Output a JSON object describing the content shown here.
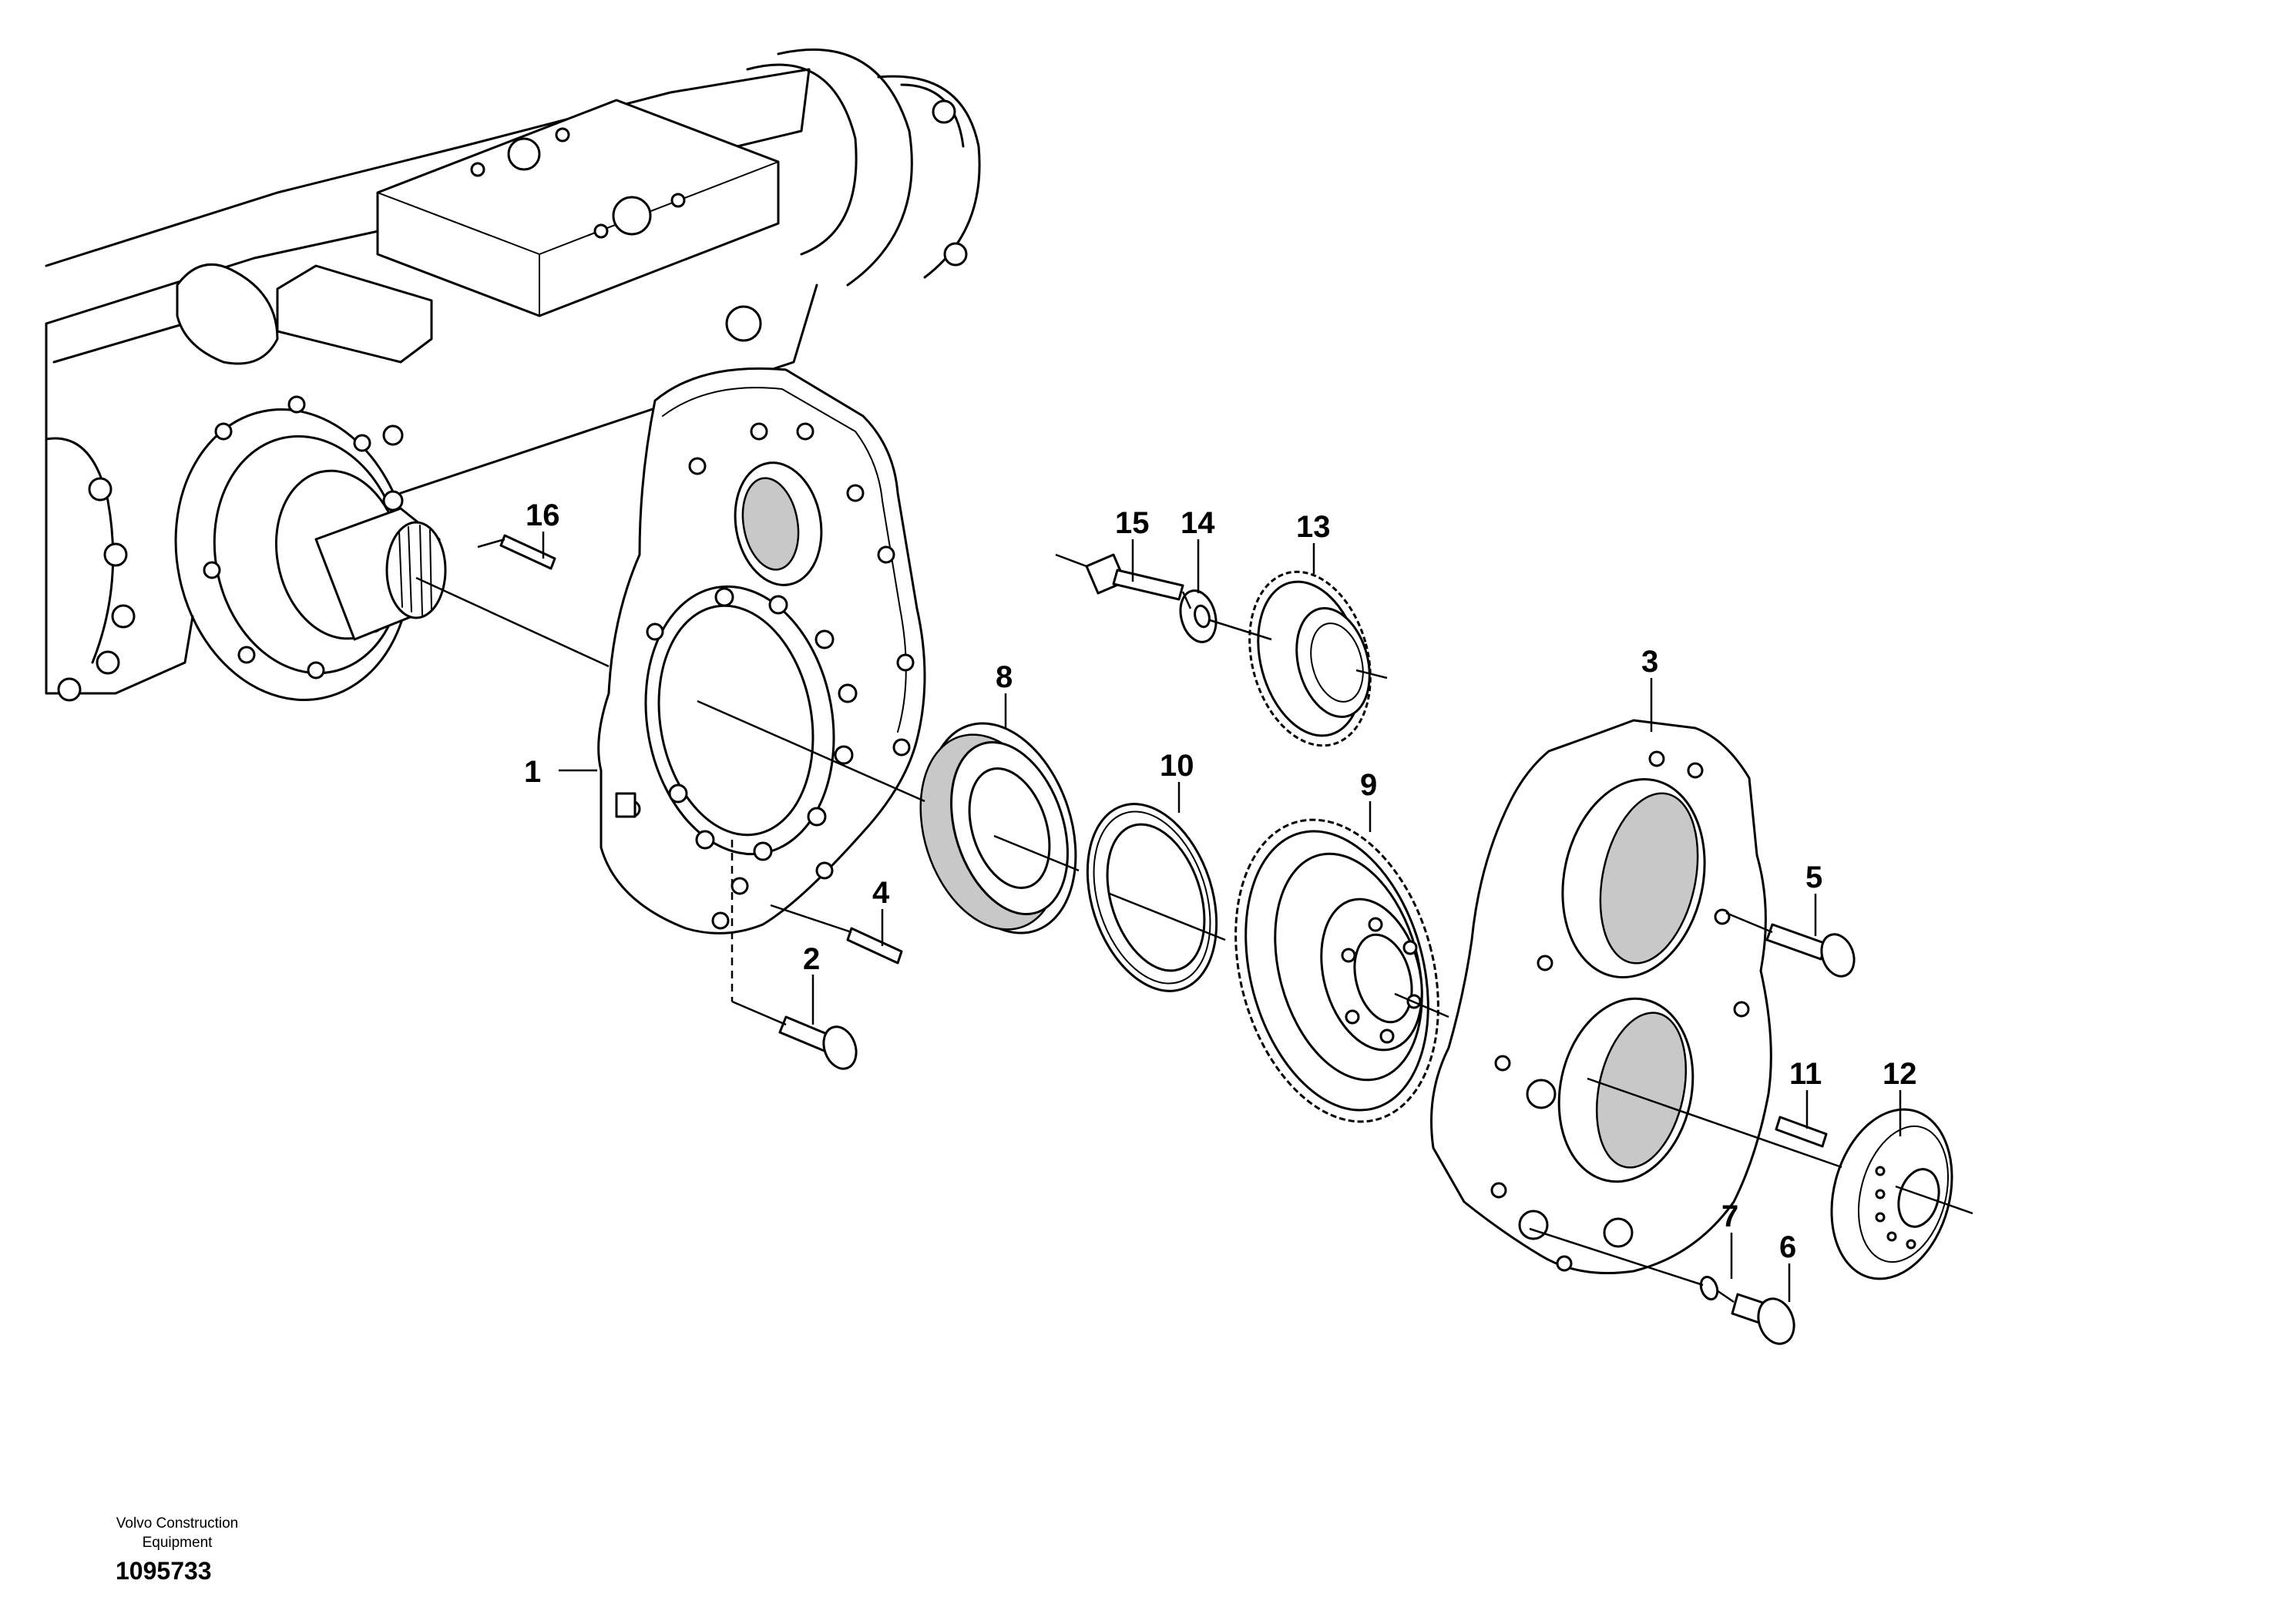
{
  "diagram": {
    "callouts": [
      {
        "id": "1",
        "label": "1"
      },
      {
        "id": "2",
        "label": "2"
      },
      {
        "id": "3",
        "label": "3"
      },
      {
        "id": "4",
        "label": "4"
      },
      {
        "id": "5",
        "label": "5"
      },
      {
        "id": "6",
        "label": "6"
      },
      {
        "id": "7",
        "label": "7"
      },
      {
        "id": "8",
        "label": "8"
      },
      {
        "id": "9",
        "label": "9"
      },
      {
        "id": "10",
        "label": "10"
      },
      {
        "id": "11",
        "label": "11"
      },
      {
        "id": "12",
        "label": "12"
      },
      {
        "id": "13",
        "label": "13"
      },
      {
        "id": "14",
        "label": "14"
      },
      {
        "id": "15",
        "label": "15"
      },
      {
        "id": "16",
        "label": "16"
      }
    ],
    "credit_line1": "Volvo Construction",
    "credit_line2": "Equipment",
    "drawing_number": "1095733"
  }
}
